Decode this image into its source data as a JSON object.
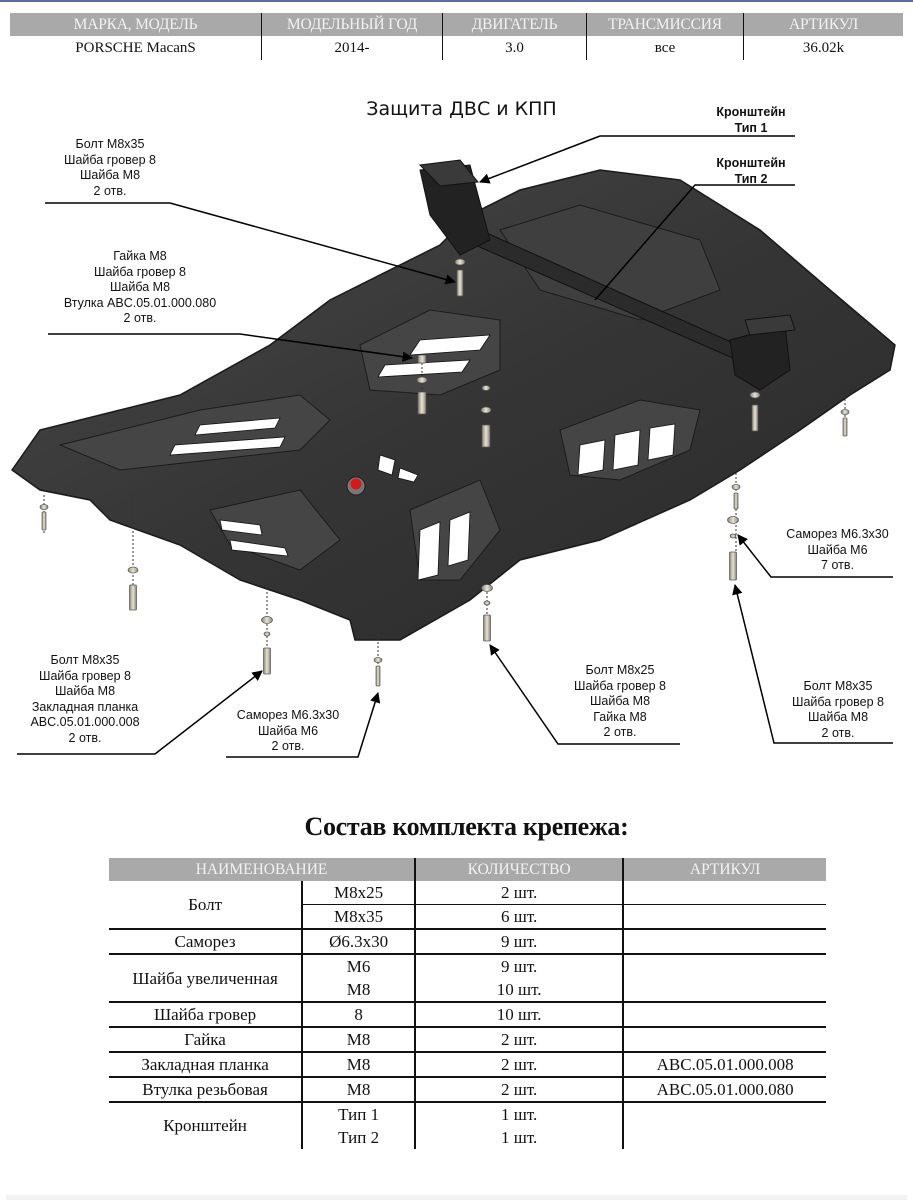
{
  "spec_table": {
    "headers": [
      "МАРКА, МОДЕЛЬ",
      "МОДЕЛЬНЫЙ ГОД",
      "ДВИГАТЕЛЬ",
      "ТРАНСМИССИЯ",
      "АРТИКУЛ"
    ],
    "row": [
      "PORSCHE MacanS",
      "2014-",
      "3.0",
      "все",
      "36.02k"
    ]
  },
  "diagram": {
    "title": "Защита ДВС и КПП",
    "callouts": {
      "bracket_type1": [
        "Кронштейн",
        "Тип 1"
      ],
      "bracket_type2": [
        "Кронштейн",
        "Тип 2"
      ],
      "bolt_top_left": [
        "Болт М8х35",
        "Шайба гровер 8",
        "Шайба М8",
        "2 отв."
      ],
      "nut_left": [
        "Гайка М8",
        "Шайба гровер 8",
        "Шайба М8",
        "Втулка ABC.05.01.000.080",
        "2 отв."
      ],
      "bolt_bottom_left": [
        "Болт М8х35",
        "Шайба гровер 8",
        "Шайба М8",
        "Закладная  планка",
        "ABC.05.01.000.008",
        "2 отв."
      ],
      "screw_bottom_center": [
        "Саморез М6.3х30",
        "Шайба М6",
        "2 отв."
      ],
      "bolt_bottom_center": [
        "Болт М8х25",
        "Шайба гровер 8",
        "Шайба М8",
        "Гайка М8",
        "2 отв."
      ],
      "screw_right": [
        "Саморез М6.3х30",
        "Шайба М6",
        "7 отв."
      ],
      "bolt_bottom_right": [
        "Болт М8х35",
        "Шайба гровер 8",
        "Шайба М8",
        "2 отв."
      ]
    }
  },
  "kit": {
    "title": "Состав комплекта крепежа:",
    "headers": [
      "НАИМЕНОВАНИЕ",
      "КОЛИЧЕСТВО",
      "АРТИКУЛ"
    ],
    "rows": [
      {
        "name": "Болт",
        "items": [
          {
            "size": "M8x25",
            "qty": "2 шт.",
            "article": ""
          },
          {
            "size": "M8x35",
            "qty": "6 шт.",
            "article": ""
          }
        ],
        "split": true
      },
      {
        "name": "Саморез",
        "items": [
          {
            "size": "Ø6.3x30",
            "qty": "9 шт.",
            "article": ""
          }
        ]
      },
      {
        "name": "Шайба увеличенная",
        "items": [
          {
            "size": "M6",
            "qty": "9 шт.",
            "article": ""
          },
          {
            "size": "M8",
            "qty": "10 шт.",
            "article": ""
          }
        ]
      },
      {
        "name": "Шайба гровер",
        "items": [
          {
            "size": "8",
            "qty": "10 шт.",
            "article": ""
          }
        ]
      },
      {
        "name": "Гайка",
        "items": [
          {
            "size": "M8",
            "qty": "2 шт.",
            "article": ""
          }
        ]
      },
      {
        "name": "Закладная планка",
        "items": [
          {
            "size": "M8",
            "qty": "2 шт.",
            "article": "ABC.05.01.000.008"
          }
        ]
      },
      {
        "name": "Втулка резьбовая",
        "items": [
          {
            "size": "M8",
            "qty": "2 шт.",
            "article": "ABC.05.01.000.080"
          }
        ]
      },
      {
        "name": "Кронштейн",
        "items": [
          {
            "size": "Тип 1",
            "qty": "1 шт.",
            "article": ""
          },
          {
            "size": "Тип 2",
            "qty": "1 шт.",
            "article": ""
          }
        ]
      }
    ]
  },
  "colors": {
    "header_bg": "#a9a9a9",
    "header_text": "#f2f2f2",
    "plate": "#3a3a3a",
    "accent_red": "#d81818",
    "top_line": "#5a6fa0"
  }
}
